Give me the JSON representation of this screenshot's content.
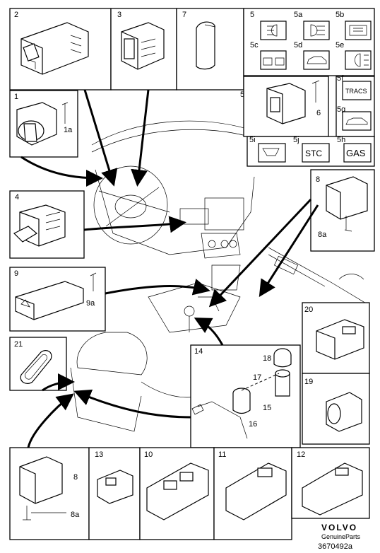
{
  "callouts": {
    "c1": "1",
    "c1a": "1a",
    "c2": "2",
    "c3": "3",
    "c4": "4",
    "c5_top": "5",
    "c5a": "5a",
    "c5b": "5b",
    "c5c": "5c",
    "c5d": "5d",
    "c5e": "5e",
    "c5": "5",
    "c5f": "5f",
    "c5g": "5g",
    "c5h": "5h",
    "c5i": "5i",
    "c5j": "5j",
    "c6": "6",
    "c7": "7",
    "c8": "8",
    "c8a": "8a",
    "c9": "9",
    "c9a": "9a",
    "c8_bottom": "8",
    "c8a_bottom": "8a",
    "c10": "10",
    "c11": "11",
    "c12": "12",
    "c13": "13",
    "c14": "14",
    "c15": "15",
    "c16": "16",
    "c17": "17",
    "c18": "18",
    "c19": "19",
    "c20": "20",
    "c21": "21"
  },
  "switch_symbols": {
    "tracs": "TRACS",
    "stc": "STC",
    "gas": "GAS"
  },
  "branding": {
    "brand": "VOLVO",
    "tagline": "GenuineParts",
    "diagram_number": "3670492a"
  }
}
